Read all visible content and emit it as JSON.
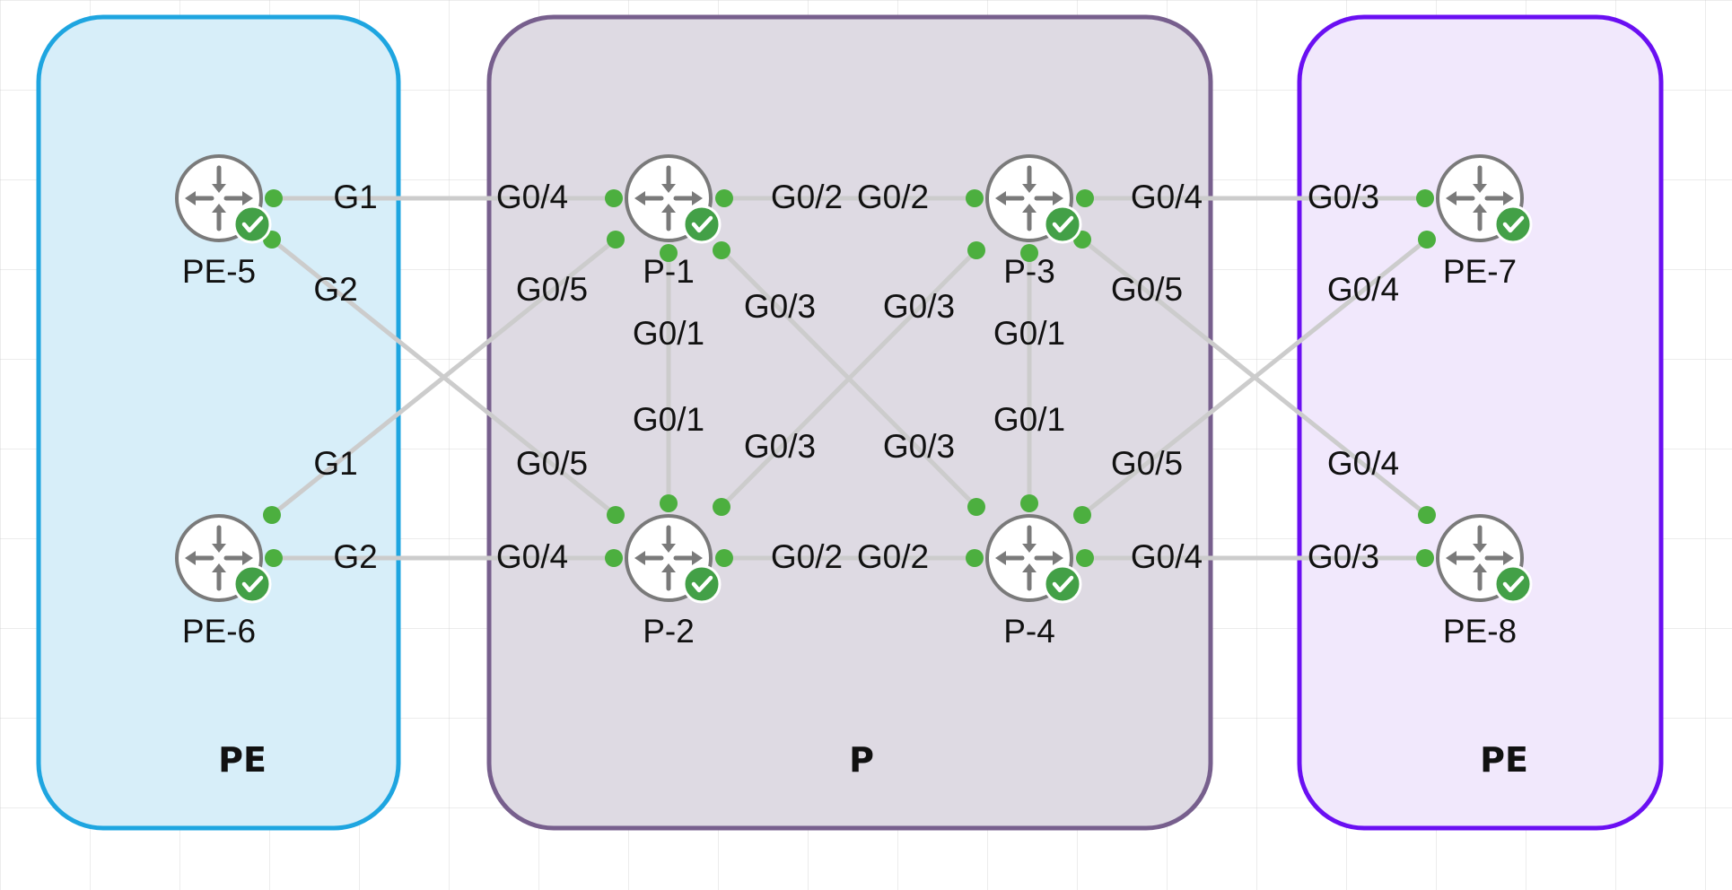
{
  "colors": {
    "left_group_fill": "#d7eef9",
    "left_group_stroke": "#1ea5e0",
    "mid_group_fill": "#dedae3",
    "mid_group_stroke": "#775f8d",
    "right_group_fill": "#f1e8fc",
    "right_group_stroke": "#6a0ff2",
    "link": "#cccccc",
    "port_dot": "#4caf3f",
    "status_check": "#43a047",
    "router_stroke": "#7a7a7a"
  },
  "groups": [
    {
      "id": "pe-left",
      "title": "PE"
    },
    {
      "id": "p-core",
      "title": "P"
    },
    {
      "id": "pe-right",
      "title": "PE"
    }
  ],
  "nodes": [
    {
      "id": "PE-5",
      "label": "PE-5",
      "icon": "router-icon",
      "status": "ok-check-icon"
    },
    {
      "id": "PE-6",
      "label": "PE-6",
      "icon": "router-icon",
      "status": "ok-check-icon"
    },
    {
      "id": "P-1",
      "label": "P-1",
      "icon": "router-icon",
      "status": "ok-check-icon"
    },
    {
      "id": "P-2",
      "label": "P-2",
      "icon": "router-icon",
      "status": "ok-check-icon"
    },
    {
      "id": "P-3",
      "label": "P-3",
      "icon": "router-icon",
      "status": "ok-check-icon"
    },
    {
      "id": "P-4",
      "label": "P-4",
      "icon": "router-icon",
      "status": "ok-check-icon"
    },
    {
      "id": "PE-7",
      "label": "PE-7",
      "icon": "router-icon",
      "status": "ok-check-icon"
    },
    {
      "id": "PE-8",
      "label": "PE-8",
      "icon": "router-icon",
      "status": "ok-check-icon"
    }
  ],
  "links": [
    {
      "a": "PE-5",
      "a_port": "G1",
      "b": "P-1",
      "b_port": "G0/4"
    },
    {
      "a": "PE-5",
      "a_port": "G2",
      "b": "P-2",
      "b_port": "G0/5"
    },
    {
      "a": "PE-6",
      "a_port": "G1",
      "b": "P-1",
      "b_port": "G0/5"
    },
    {
      "a": "PE-6",
      "a_port": "G2",
      "b": "P-2",
      "b_port": "G0/4"
    },
    {
      "a": "P-1",
      "a_port": "G0/2",
      "b": "P-3",
      "b_port": "G0/2"
    },
    {
      "a": "P-1",
      "a_port": "G0/1",
      "b": "P-2",
      "b_port": "G0/1"
    },
    {
      "a": "P-1",
      "a_port": "G0/3",
      "b": "P-4",
      "b_port": "G0/3"
    },
    {
      "a": "P-2",
      "a_port": "G0/3",
      "b": "P-3",
      "b_port": "G0/3"
    },
    {
      "a": "P-2",
      "a_port": "G0/2",
      "b": "P-4",
      "b_port": "G0/2"
    },
    {
      "a": "P-3",
      "a_port": "G0/1",
      "b": "P-4",
      "b_port": "G0/1"
    },
    {
      "a": "P-3",
      "a_port": "G0/4",
      "b": "PE-7",
      "b_port": "G0/3"
    },
    {
      "a": "P-3",
      "a_port": "G0/5",
      "b": "PE-8",
      "b_port": "G0/4"
    },
    {
      "a": "P-4",
      "a_port": "G0/5",
      "b": "PE-7",
      "b_port": "G0/4"
    },
    {
      "a": "P-4",
      "a_port": "G0/4",
      "b": "PE-8",
      "b_port": "G0/3"
    }
  ]
}
